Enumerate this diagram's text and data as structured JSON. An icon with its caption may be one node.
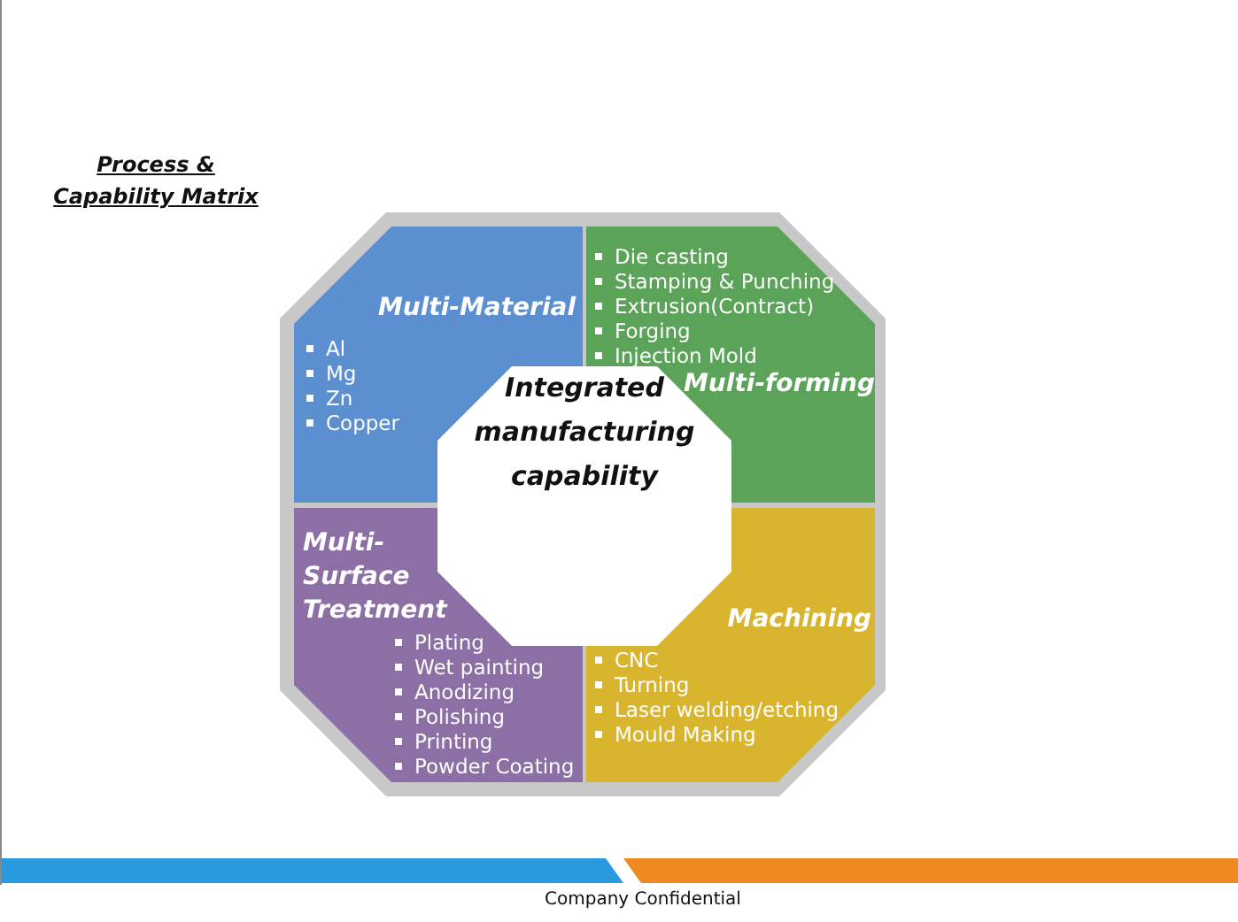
{
  "diagram": {
    "title": "Process & Capability Matrix",
    "nodes": [
      {
        "text": [
          "Multi-Material",
          "Al",
          "Mg",
          "Zn",
          "Copper"
        ]
      },
      {
        "text": [
          "Multi-forming",
          "Die casting",
          "Stamping & Punching",
          "Extrusion(Contract)",
          "Forging",
          "Injection Mold"
        ]
      },
      {
        "text": [
          "Multi- Surface Treatment",
          "Plating",
          "Wet painting",
          "Anodizing",
          "Polishing",
          "Printing",
          "Powder Coating"
        ]
      },
      {
        "text": [
          "Machining",
          "CNC",
          "Turning",
          "Laser welding/etching",
          "Mould Making"
        ]
      },
      {
        "text": [
          "Integrated manufacturing capability"
        ]
      }
    ],
    "labels": [
      "Company Confidential"
    ]
  }
}
